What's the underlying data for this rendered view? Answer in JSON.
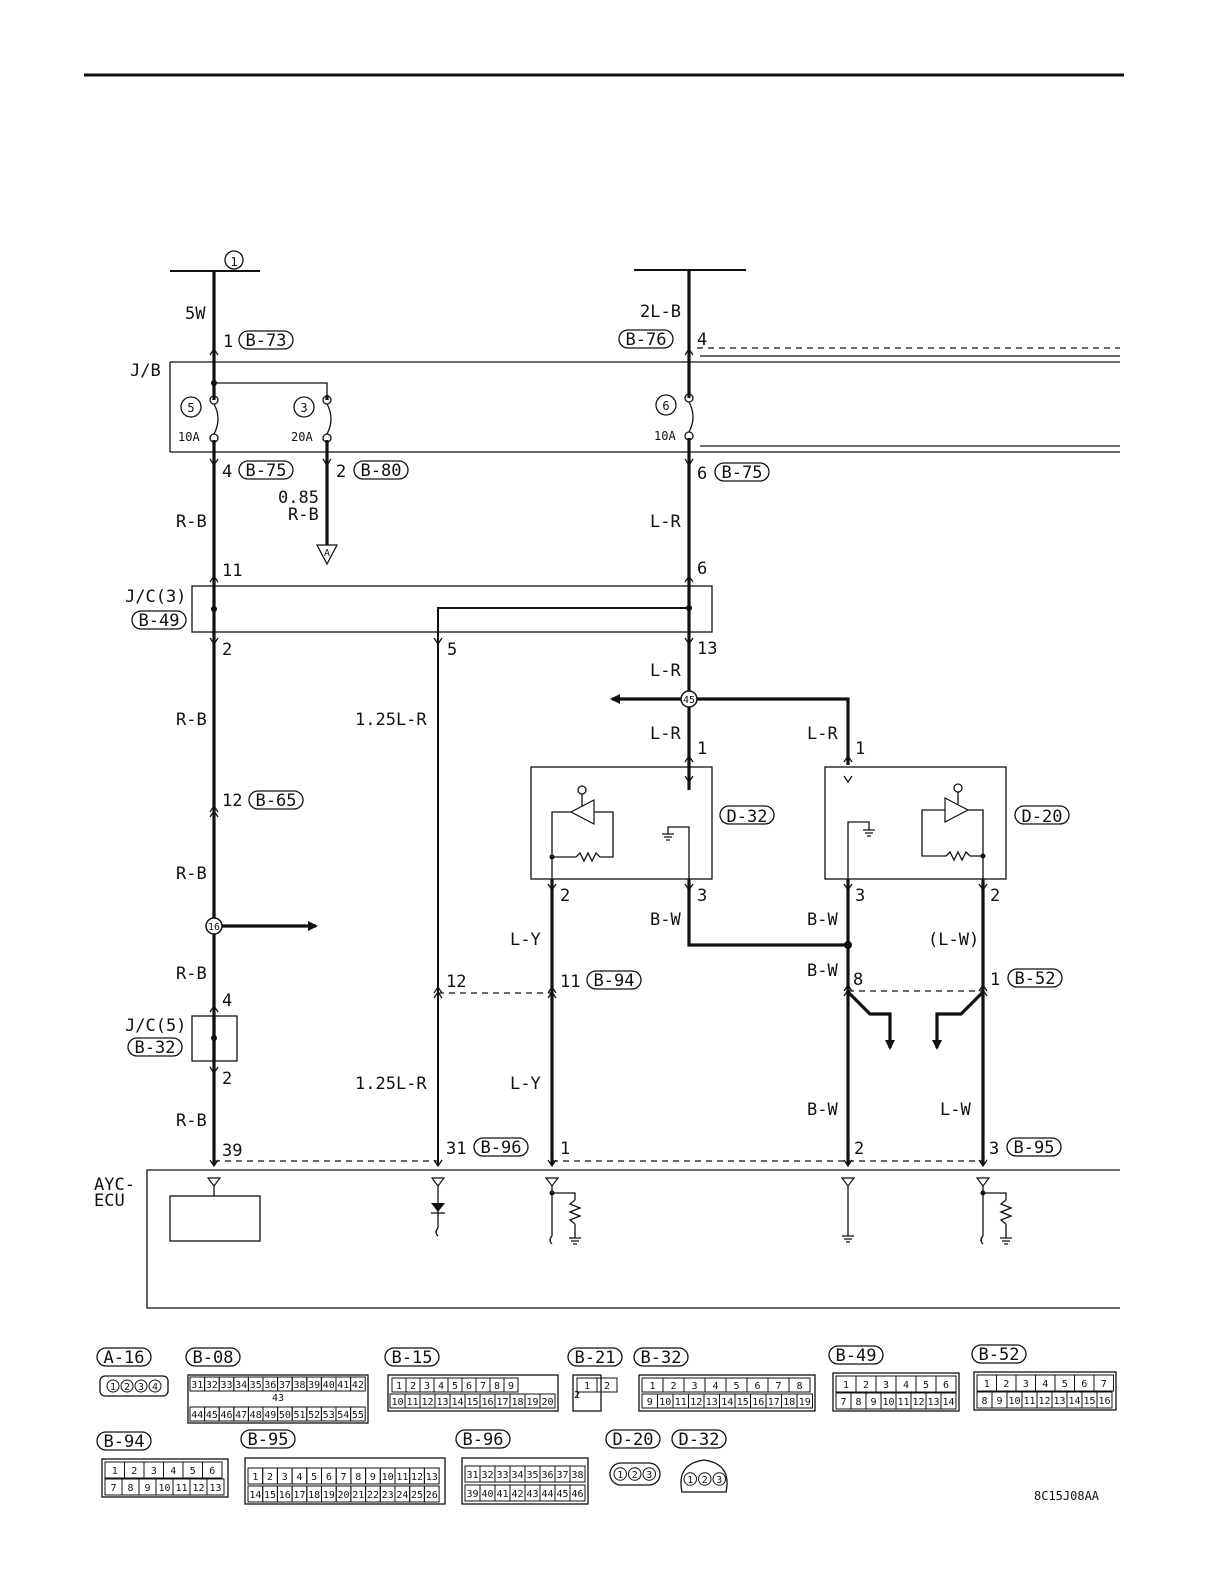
{
  "nodes": {
    "source_1": "1",
    "circ_45": "45",
    "circ_16": "16",
    "connA": "A"
  },
  "wires": {
    "w5W": "5W",
    "w2LB": "2L-B",
    "wRB1": "R-B",
    "wRB2": "R-B",
    "wRB3": "R-B",
    "wRB4": "R-B",
    "wRB5": "R-B",
    "w085": "0.85",
    "w085b": "R-B",
    "wLR1": "L-R",
    "wLR2": "L-R",
    "wLR3": "L-R",
    "wLR4": "L-R",
    "w125a": "1.25L-R",
    "w125b": "1.25L-R",
    "wLY1": "L-Y",
    "wLY2": "L-Y",
    "wBW1": "B-W",
    "wBW2": "B-W",
    "wBW3": "B-W",
    "wBW4": "B-W",
    "wLW1": "(L-W)",
    "wLW2": "L-W"
  },
  "components": {
    "jb": "J/B",
    "jc3": "J/C(3)",
    "jc5": "J/C(5)",
    "ayc1": "AYC-",
    "ayc2": "ECU",
    "fuse5": "5",
    "fuse3": "3",
    "fuse6": "6",
    "amp5": "10A",
    "amp3": "20A",
    "amp6": "10A"
  },
  "connectors": {
    "B73": "B-73",
    "B76": "B-76",
    "B75a": "B-75",
    "B80": "B-80",
    "B75b": "B-75",
    "B49": "B-49",
    "B65": "B-65",
    "D32": "D-32",
    "D20": "D-20",
    "B94": "B-94",
    "B52": "B-52",
    "B32": "B-32",
    "B96": "B-96",
    "B95": "B-95"
  },
  "pins": {
    "p1": "1",
    "p4": "4",
    "p4b": "4",
    "p2a": "2",
    "p6a": "6",
    "p11": "11",
    "p6b": "6",
    "p2b": "2",
    "p5": "5",
    "p13": "13",
    "p1a": "1",
    "p1b": "1",
    "p2c": "2",
    "p3a": "3",
    "p3b": "3",
    "p2d": "2",
    "p12a": "12",
    "p12b": "12",
    "p11b": "11",
    "p8": "8",
    "p1c": "1",
    "p4c": "4",
    "p2e": "2",
    "p39": "39",
    "p31": "31",
    "p1d": "1",
    "p2f": "2",
    "p3c": "3"
  },
  "legend": {
    "A16": "A-16",
    "B08": "B-08",
    "B15": "B-15",
    "B21": "B-21",
    "B32": "B-32",
    "B49": "B-49",
    "B52": "B-52",
    "B94": "B-94",
    "B95": "B-95",
    "B96": "B-96",
    "D20": "D-20",
    "D32": "D-32",
    "A16pins": [
      "1",
      "2",
      "3",
      "4"
    ],
    "B08top": [
      "31",
      "32",
      "33",
      "34",
      "35",
      "36",
      "37",
      "38",
      "39",
      "40",
      "41",
      "42"
    ],
    "B08mid": "43",
    "B08bot": [
      "44",
      "45",
      "46",
      "47",
      "48",
      "49",
      "50",
      "51",
      "52",
      "53",
      "54",
      "55"
    ],
    "B15top": [
      "1",
      "2",
      "3",
      "4",
      "5",
      "6",
      "7",
      "8",
      "9"
    ],
    "B15bot": [
      "10",
      "11",
      "12",
      "13",
      "14",
      "15",
      "16",
      "17",
      "18",
      "19",
      "20"
    ],
    "B21pins": [
      "1",
      "2"
    ],
    "B32top": [
      "1",
      "2",
      "3",
      "4",
      "5",
      "6",
      "7",
      "8"
    ],
    "B32bot": [
      "9",
      "10",
      "11",
      "12",
      "13",
      "14",
      "15",
      "16",
      "17",
      "18",
      "19"
    ],
    "B49top": [
      "1",
      "2",
      "3",
      "4",
      "5",
      "6"
    ],
    "B49bot": [
      "7",
      "8",
      "9",
      "10",
      "11",
      "12",
      "13",
      "14"
    ],
    "B52top": [
      "1",
      "2",
      "3",
      "4",
      "5",
      "6",
      "7"
    ],
    "B52bot": [
      "8",
      "9",
      "10",
      "11",
      "12",
      "13",
      "14",
      "15",
      "16"
    ],
    "B94top": [
      "1",
      "2",
      "3",
      "4",
      "5",
      "6"
    ],
    "B94bot": [
      "7",
      "8",
      "9",
      "10",
      "11",
      "12",
      "13"
    ],
    "B95top": [
      "1",
      "2",
      "3",
      "4",
      "5",
      "6",
      "7",
      "8",
      "9",
      "10",
      "11",
      "12",
      "13"
    ],
    "B95bot": [
      "14",
      "15",
      "16",
      "17",
      "18",
      "19",
      "20",
      "21",
      "22",
      "23",
      "24",
      "25",
      "26"
    ],
    "B96top": [
      "31",
      "32",
      "33",
      "34",
      "35",
      "36",
      "37",
      "38"
    ],
    "B96bot": [
      "39",
      "40",
      "41",
      "42",
      "43",
      "44",
      "45",
      "46"
    ],
    "D20pins": [
      "1",
      "2",
      "3"
    ],
    "D32pins": [
      "1",
      "2",
      "3"
    ]
  },
  "code": "8C15J08AA"
}
